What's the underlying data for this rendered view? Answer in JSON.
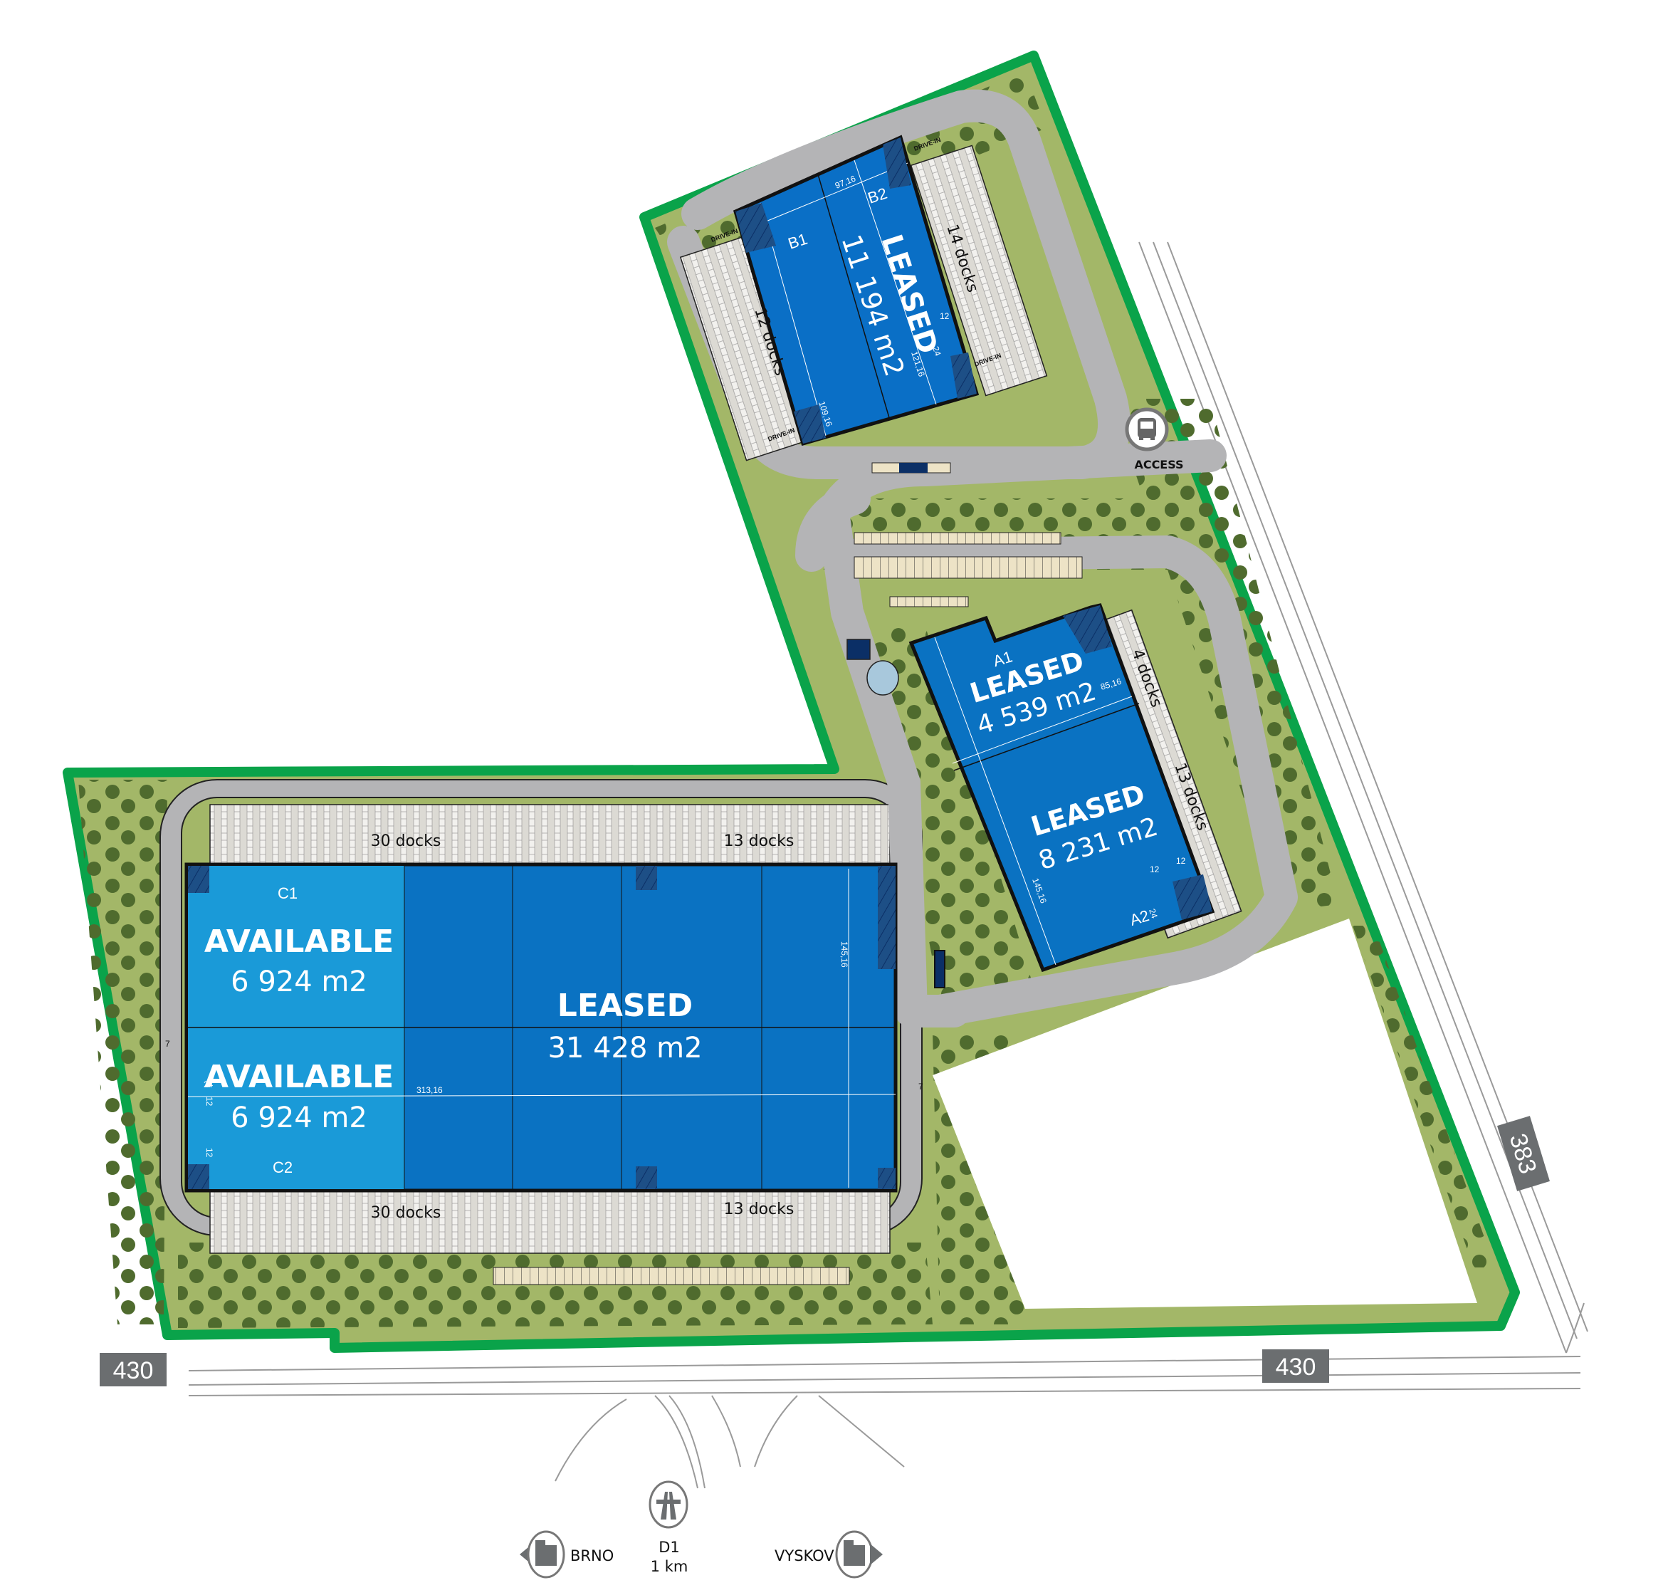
{
  "map": {
    "colors": {
      "boundary": "#0aa34a",
      "grass": "#a3b768",
      "tree": "#4f6b2e",
      "road": "#b4b4b6",
      "dock_yard": "#dcdad4",
      "parking": "#ede3c6",
      "leased": "#0a72c2",
      "available": "#1a9ad8",
      "building_b": "#0a6fc6",
      "office": "#0b2f66",
      "sign_grey": "#6b6e70",
      "pond": "#a8c8dc"
    },
    "buildings": {
      "b": {
        "units": [
          "B1",
          "B2"
        ],
        "status": "LEASED",
        "area": "11 194 m2",
        "docks_left": "12 docks",
        "docks_right": "14 docks",
        "dim_width": "97,16",
        "dim_len_left": "109,16",
        "dim_len_right": "121,16",
        "dim_small_a": "12",
        "dim_small_b": "24"
      },
      "a": {
        "a1": {
          "unit": "A1",
          "status": "LEASED",
          "area": "4 539 m2",
          "docks": "4 docks"
        },
        "a2": {
          "unit": "A2",
          "status": "LEASED",
          "area": "8 231 m2",
          "docks": "13 docks"
        },
        "dim_width": "85,16",
        "dim_len": "145,16",
        "dim_small_a": "12",
        "dim_small_b": "12",
        "dim_small_c": "24"
      },
      "c": {
        "c1": {
          "unit": "C1",
          "status": "AVAILABLE",
          "area": "6 924 m2"
        },
        "c2": {
          "unit": "C2",
          "status": "AVAILABLE",
          "area": "6 924 m2"
        },
        "leased": {
          "status": "LEASED",
          "area": "31 428 m2"
        },
        "docks_top_left": "30 docks",
        "docks_top_right": "13 docks",
        "docks_bottom_left": "30 docks",
        "docks_bottom_right": "13 docks",
        "dim_length": "313,16",
        "dim_depth": "145,16",
        "dim_small_a": "24",
        "dim_small_b": "12",
        "dim_small_c": "12",
        "dim_road_left": "7",
        "dim_road_right": "7"
      }
    },
    "drive_in_label": "DRIVE-IN",
    "access": {
      "label": "ACCESS",
      "icon": "bus-icon"
    },
    "roads": {
      "road_430_left": "430",
      "road_430_right": "430",
      "road_383": "383"
    },
    "directions": {
      "brno": {
        "label": "BRNO",
        "icon": "city-icon"
      },
      "d1": {
        "label": "D1",
        "distance": "1 km",
        "icon": "motorway-icon"
      },
      "vyskov": {
        "label": "VYSKOV",
        "icon": "city-icon"
      }
    }
  }
}
